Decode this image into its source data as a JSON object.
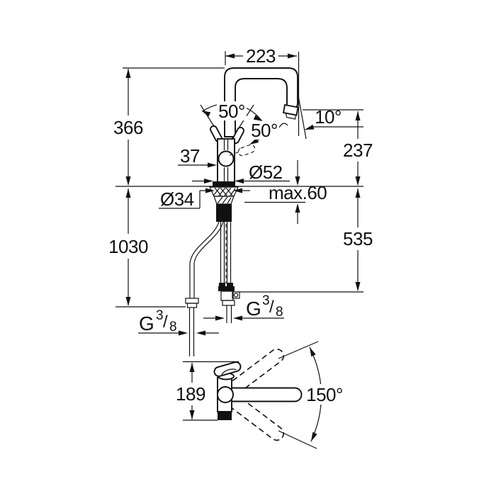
{
  "title": "faucet-dimensional-drawing",
  "colors": {
    "ink": "#111111",
    "background": "#ffffff"
  },
  "side_view": {
    "dim_width_top": "223",
    "dim_height_spout": "366",
    "dim_outlet_to_deck": "237",
    "dim_hose_length": "1030",
    "dim_below_deck": "535",
    "dim_body_offset": "37",
    "dia_base": "Ø52",
    "dia_hole": "Ø34",
    "deck_thickness": "max.60",
    "angle_lever_up": "50°",
    "angle_lever_side": "50°",
    "angle_outlet": "10°",
    "thread_left": {
      "g": "G",
      "num": "3",
      "slash": "/",
      "den": "8"
    },
    "thread_right": {
      "g": "G",
      "num": "3",
      "slash": "/",
      "den": "8"
    }
  },
  "top_view": {
    "dim_depth": "189",
    "angle_swivel": "150°"
  }
}
